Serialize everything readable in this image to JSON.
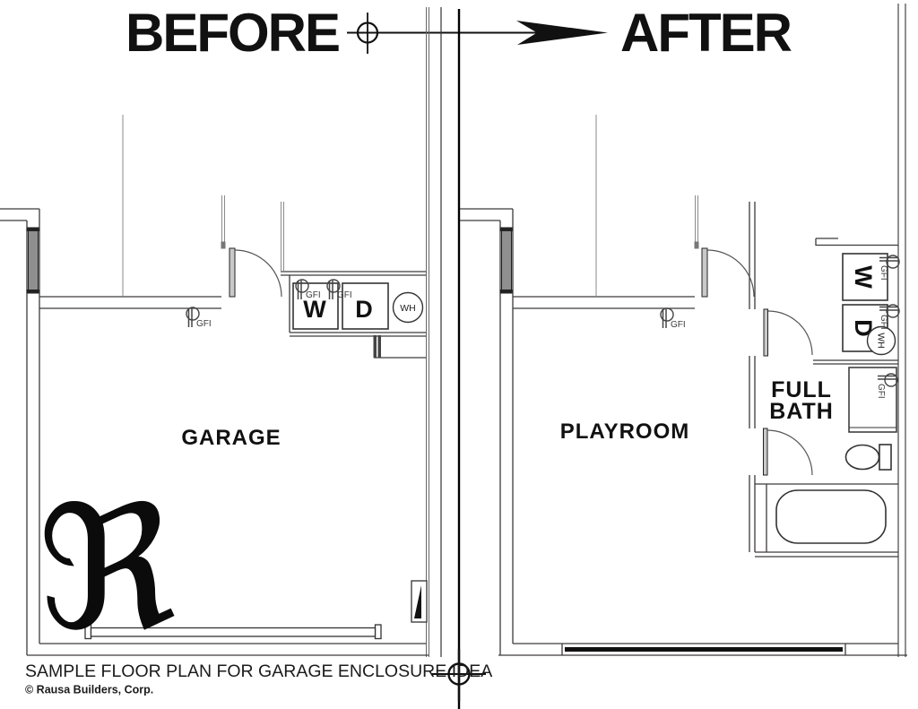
{
  "header": {
    "before_label": "BEFORE",
    "after_label": "AFTER"
  },
  "before_plan": {
    "room_label": "GARAGE",
    "washer_label": "W",
    "dryer_label": "D",
    "water_heater_label": "WH",
    "gfi_wall_label": "GFI",
    "gfi_washer_label": "GFI",
    "gfi_dryer_label": "GFI"
  },
  "after_plan": {
    "room_label": "PLAYROOM",
    "bath_label_line1": "FULL",
    "bath_label_line2": "BATH",
    "washer_label": "W",
    "dryer_label": "D",
    "water_heater_label": "WH",
    "gfi_wall_label": "GFI",
    "gfi_washer_label": "GFI",
    "gfi_dryer_label": "GFI",
    "gfi_bath_label": "GFI"
  },
  "logo": {
    "glyph": "ℜ"
  },
  "footer": {
    "title": "SAMPLE FLOOR PLAN FOR GARAGE ENCLOSURE IDEA",
    "copyright": "© Rausa Builders, Corp."
  },
  "colors": {
    "line": "#3d3a3a",
    "light_line": "#8a8a8a",
    "ink": "#111111",
    "background": "#ffffff"
  }
}
